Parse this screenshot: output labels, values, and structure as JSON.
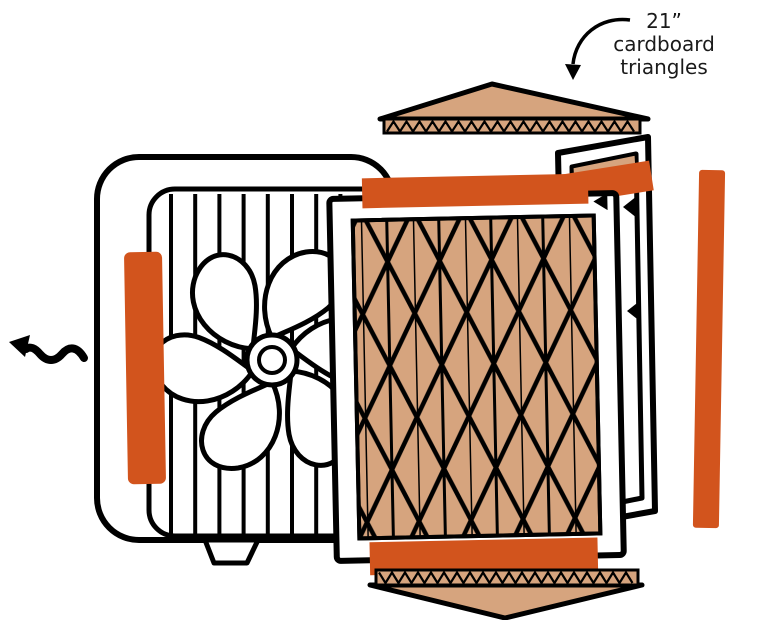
{
  "annotation": {
    "size_label": "21”",
    "material_line": "cardboard",
    "object_line": "triangles"
  },
  "colors": {
    "orange": "#d2541d",
    "tan": "#d6a47e",
    "ink": "#000000",
    "paper": "#ffffff"
  },
  "icons": {
    "airflow": "wavy-arrow-left-icon",
    "pointer": "curved-arrow-icon"
  }
}
